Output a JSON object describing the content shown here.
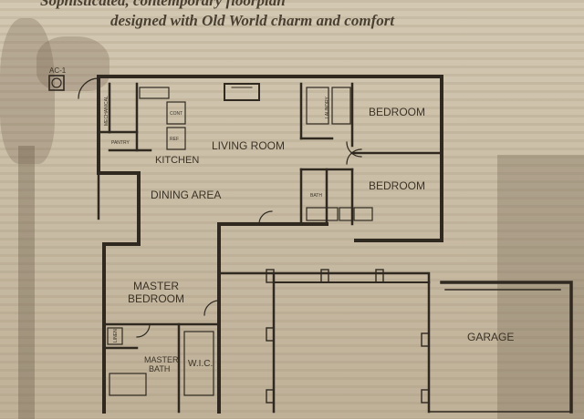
{
  "headline": {
    "line1": "Sophisticated, contemporary floorplan",
    "line2": "designed with Old World charm and comfort"
  },
  "rooms": {
    "bedroom_1": "BEDROOM",
    "bedroom_2": "BEDROOM",
    "living_room": "LIVING ROOM",
    "kitchen": "KITCHEN",
    "dining_area": "DINING AREA",
    "master_bedroom_line1": "MASTER",
    "master_bedroom_line2": "BEDROOM",
    "master_bath_line1": "MASTER",
    "master_bath_line2": "BATH",
    "wic": "W.I.C.",
    "garage": "GARAGE"
  },
  "fixtures": {
    "ac_unit": "AC-1",
    "mechanical": "MECHANICAL",
    "pantry": "PANTRY",
    "laundry": "LAUNDRY",
    "cont": "CONT",
    "ref": "REF",
    "bath": "BATH",
    "linen": "LINEN"
  },
  "colors": {
    "ink": "#2f2920",
    "paper": "#c9bda6"
  }
}
